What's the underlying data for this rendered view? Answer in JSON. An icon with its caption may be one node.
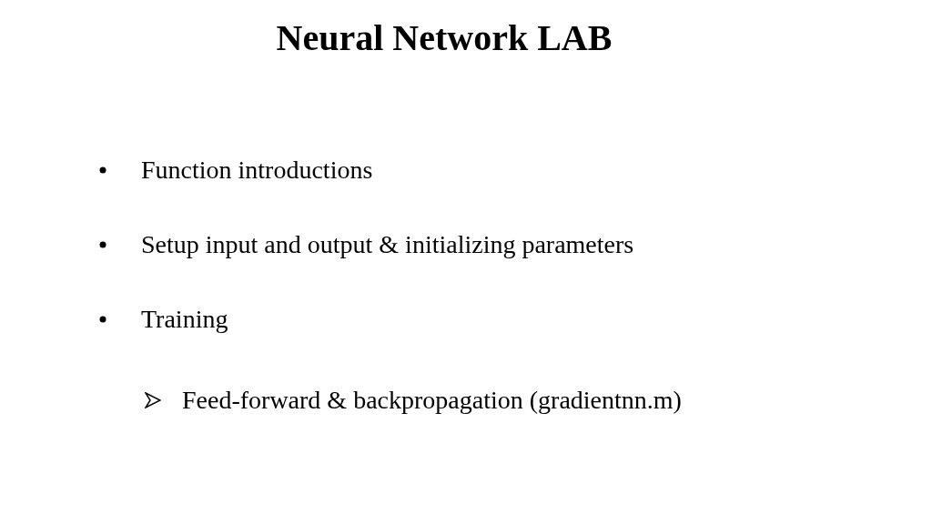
{
  "diagram": {
    "title": "Neural Network LAB",
    "labels": [
      "Function introductions",
      "Setup input and output & initializing parameters",
      "Training",
      "Feed-forward & backpropagation (gradientnn.m)"
    ]
  }
}
